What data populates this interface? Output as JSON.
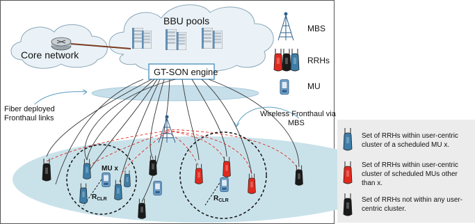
{
  "labels": {
    "bbu_pools": "BBU pools",
    "core_network": "Core network",
    "gt_son_engine": "GT-SON engine",
    "fiber_line1": "Fiber deployed",
    "fiber_line2": "Fronthaul links",
    "wireless_line1": "Wireless Fronthaul via",
    "wireless_line2": "MBS",
    "mu_x": "MU x",
    "r_clr_left_main": "R",
    "r_clr_left_sub": "CLR",
    "r_clr_right_main": "R",
    "r_clr_right_sub": "CLR"
  },
  "legend": {
    "mbs": "MBS",
    "rrhs": "RRHs",
    "mu": "MU"
  },
  "side_legend": {
    "item1_line1": "Set of RRHs within user-centric",
    "item1_line2": "cluster of a scheduled MU x.",
    "item2_line1": "Set of RRHs within user-centric",
    "item2_line2": "cluster of scheduled MUs other",
    "item2_line3": "than x.",
    "item3_line1": "Set of RRHs not within any user-",
    "item3_line2": "centric cluster."
  },
  "colors": {
    "blue_rrh": "#3d7da8",
    "red_rrh": "#e02a1e",
    "black_rrh": "#1a1a1a",
    "cloud": "#eaf2f7",
    "ground": "#c9e2ea",
    "fronthaul_ellipse": "#c7dfea",
    "wireless_dash": "#e02a1e",
    "fiber_line": "#333333",
    "core_link": "#7a3a20",
    "engine_border": "#5b9bc2",
    "side_panel": "#ececec"
  }
}
